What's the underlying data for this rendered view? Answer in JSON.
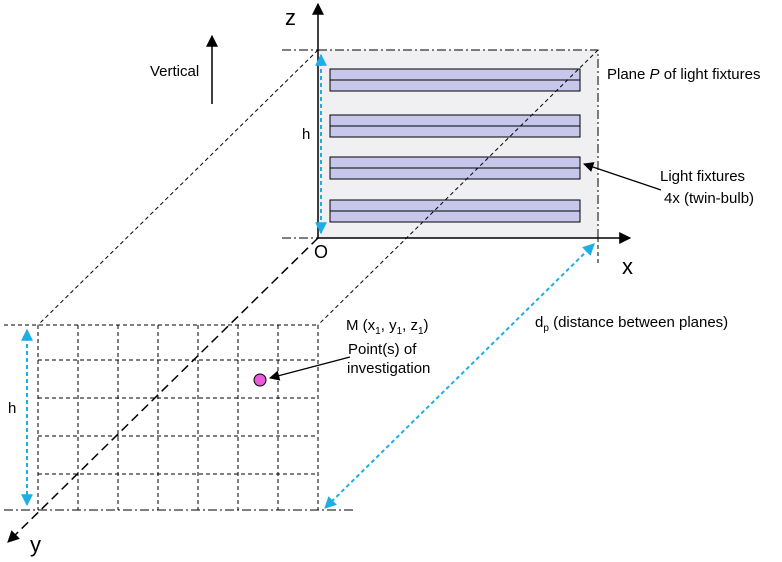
{
  "axes": {
    "z_label": "z",
    "x_label": "x",
    "y_label": "y",
    "origin_label": "O"
  },
  "vertical_label": "Vertical",
  "plane_label": {
    "prefix": "Plane ",
    "italic": "P",
    "suffix": " of light fixtures"
  },
  "height_label_upper": "h",
  "height_label_lower": "h",
  "light_fixtures": {
    "line1": "Light fixtures",
    "line2": "4x (twin-bulb)",
    "count": 4
  },
  "point": {
    "coord_prefix": "M (x",
    "coord_parts": [
      "1",
      ", y",
      "1",
      ", z",
      "1",
      ")"
    ],
    "line2": "Point(s) of",
    "line3": "investigation"
  },
  "distance": {
    "main": "d",
    "sub": "p",
    "rest": " (distance between planes)"
  },
  "colors": {
    "dimension_arrow": "#1eaee6",
    "plane_fill": "#f0f0f3",
    "fixture_fill": "#c7c7ec",
    "point_fill": "#e75bdc"
  }
}
